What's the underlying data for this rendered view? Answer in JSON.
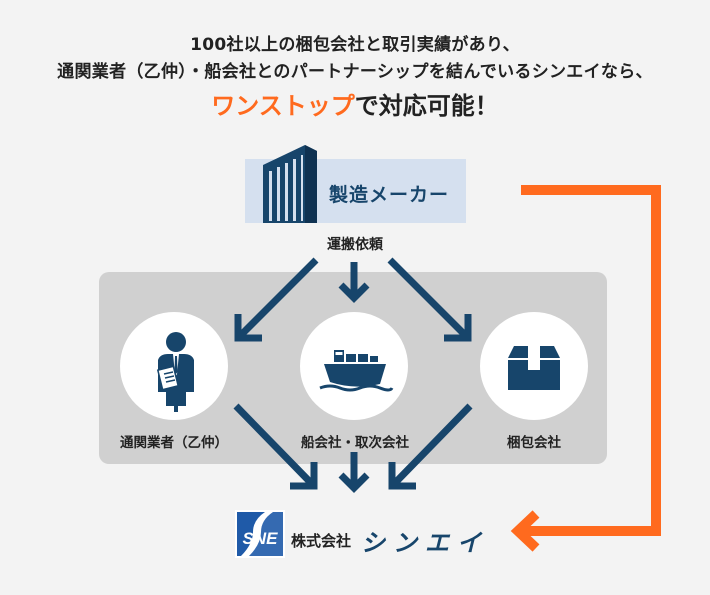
{
  "headline": {
    "line1": "100社以上の梱包会社と取引実績があり、",
    "line2": "通関業者（乙仲）・船会社とのパートナーシップを結んでいるシンエイなら、",
    "line3_accent": "ワンストップ",
    "line3_rest": "で対応可能！"
  },
  "maker": {
    "label": "製造メーカー",
    "icon": "building-icon"
  },
  "request_label": "運搬依頼",
  "nodes": [
    {
      "label": "通関業者（乙仲）",
      "icon": "customs-broker-person-icon"
    },
    {
      "label": "船会社・取次会社",
      "icon": "cargo-ship-icon"
    },
    {
      "label": "梱包会社",
      "icon": "package-box-icon"
    }
  ],
  "company": {
    "name": "株式会社",
    "brand": "シンエイ",
    "logo_text": "SNE",
    "icon": "company-logo-icon"
  },
  "colors": {
    "navy": "#17456b",
    "orange": "#ff6a1e",
    "panel": "#d0d0d0",
    "maker_bg": "#d5e0ef"
  }
}
